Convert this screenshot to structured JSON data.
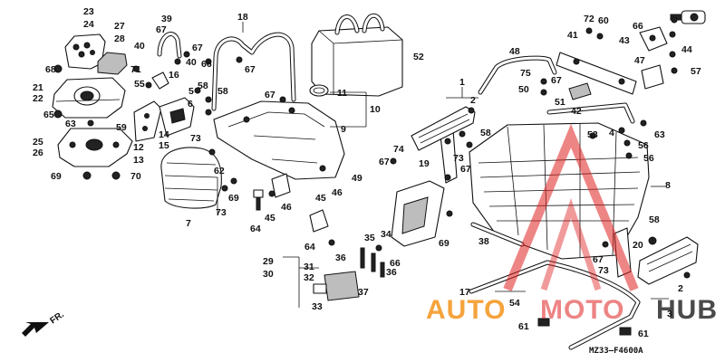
{
  "diagram": {
    "code": "MZ33–F4600A",
    "direction_label": "FR.",
    "watermark": {
      "part1": "AUTO",
      "part2": "MOTO",
      "part3": "HUB",
      "color_main": "#f5a33c",
      "color_mid": "#e02020",
      "color_hub": "#4a4a4a"
    },
    "callouts": [
      {
        "id": "c1",
        "text": "1"
      },
      {
        "id": "c2",
        "text": "2"
      },
      {
        "id": "c2b",
        "text": "2"
      },
      {
        "id": "c3",
        "text": "3"
      },
      {
        "id": "c4",
        "text": "4"
      },
      {
        "id": "c5",
        "text": "5"
      },
      {
        "id": "c6",
        "text": "6"
      },
      {
        "id": "c7",
        "text": "7"
      },
      {
        "id": "c8",
        "text": "8"
      },
      {
        "id": "c9",
        "text": "9"
      },
      {
        "id": "c10",
        "text": "10"
      },
      {
        "id": "c11",
        "text": "11"
      },
      {
        "id": "c12",
        "text": "12"
      },
      {
        "id": "c13",
        "text": "13"
      },
      {
        "id": "c14",
        "text": "14"
      },
      {
        "id": "c15",
        "text": "15"
      },
      {
        "id": "c16",
        "text": "16"
      },
      {
        "id": "c17",
        "text": "17"
      },
      {
        "id": "c18",
        "text": "18"
      },
      {
        "id": "c19",
        "text": "19"
      },
      {
        "id": "c20",
        "text": "20"
      },
      {
        "id": "c21",
        "text": "21"
      },
      {
        "id": "c22",
        "text": "22"
      },
      {
        "id": "c23",
        "text": "23"
      },
      {
        "id": "c24",
        "text": "24"
      },
      {
        "id": "c25",
        "text": "25"
      },
      {
        "id": "c26",
        "text": "26"
      },
      {
        "id": "c27",
        "text": "27"
      },
      {
        "id": "c28",
        "text": "28"
      },
      {
        "id": "c29",
        "text": "29"
      },
      {
        "id": "c30",
        "text": "30"
      },
      {
        "id": "c31",
        "text": "31"
      },
      {
        "id": "c32",
        "text": "32"
      },
      {
        "id": "c33",
        "text": "33"
      },
      {
        "id": "c34",
        "text": "34"
      },
      {
        "id": "c35",
        "text": "35"
      },
      {
        "id": "c36a",
        "text": "36"
      },
      {
        "id": "c36b",
        "text": "36"
      },
      {
        "id": "c37",
        "text": "37"
      },
      {
        "id": "c38",
        "text": "38"
      },
      {
        "id": "c39",
        "text": "39"
      },
      {
        "id": "c40a",
        "text": "40"
      },
      {
        "id": "c40b",
        "text": "40"
      },
      {
        "id": "c41",
        "text": "41"
      },
      {
        "id": "c42",
        "text": "42"
      },
      {
        "id": "c43",
        "text": "43"
      },
      {
        "id": "c44",
        "text": "44"
      },
      {
        "id": "c45a",
        "text": "45"
      },
      {
        "id": "c45b",
        "text": "45"
      },
      {
        "id": "c46a",
        "text": "46"
      },
      {
        "id": "c46b",
        "text": "46"
      },
      {
        "id": "c47",
        "text": "47"
      },
      {
        "id": "c48",
        "text": "48"
      },
      {
        "id": "c49",
        "text": "49"
      },
      {
        "id": "c50",
        "text": "50"
      },
      {
        "id": "c51",
        "text": "51"
      },
      {
        "id": "c52",
        "text": "52"
      },
      {
        "id": "c53",
        "text": "53"
      },
      {
        "id": "c54",
        "text": "54"
      },
      {
        "id": "c55",
        "text": "55"
      },
      {
        "id": "c56a",
        "text": "56"
      },
      {
        "id": "c56b",
        "text": "56"
      },
      {
        "id": "c57",
        "text": "57"
      },
      {
        "id": "c58a",
        "text": "58"
      },
      {
        "id": "c58b",
        "text": "58"
      },
      {
        "id": "c58c",
        "text": "58"
      },
      {
        "id": "c58d",
        "text": "58"
      },
      {
        "id": "c59",
        "text": "59"
      },
      {
        "id": "c60",
        "text": "60"
      },
      {
        "id": "c61a",
        "text": "61"
      },
      {
        "id": "c61b",
        "text": "61"
      },
      {
        "id": "c62",
        "text": "62"
      },
      {
        "id": "c63a",
        "text": "63"
      },
      {
        "id": "c63b",
        "text": "63"
      },
      {
        "id": "c64a",
        "text": "64"
      },
      {
        "id": "c64b",
        "text": "64"
      },
      {
        "id": "c65",
        "text": "65"
      },
      {
        "id": "c66a",
        "text": "66"
      },
      {
        "id": "c66b",
        "text": "66"
      },
      {
        "id": "c66c",
        "text": "66"
      },
      {
        "id": "c67a",
        "text": "67"
      },
      {
        "id": "c67b",
        "text": "67"
      },
      {
        "id": "c67c",
        "text": "67"
      },
      {
        "id": "c67d",
        "text": "67"
      },
      {
        "id": "c67e",
        "text": "67"
      },
      {
        "id": "c67f",
        "text": "67"
      },
      {
        "id": "c67g",
        "text": "67"
      },
      {
        "id": "c67h",
        "text": "67"
      },
      {
        "id": "c68",
        "text": "68"
      },
      {
        "id": "c69a",
        "text": "69"
      },
      {
        "id": "c69b",
        "text": "69"
      },
      {
        "id": "c69c",
        "text": "69"
      },
      {
        "id": "c70",
        "text": "70"
      },
      {
        "id": "c71",
        "text": "71"
      },
      {
        "id": "c72",
        "text": "72"
      },
      {
        "id": "c73a",
        "text": "73"
      },
      {
        "id": "c73b",
        "text": "73"
      },
      {
        "id": "c73c",
        "text": "73"
      },
      {
        "id": "c73d",
        "text": "73"
      },
      {
        "id": "c74",
        "text": "74"
      },
      {
        "id": "c75",
        "text": "75"
      }
    ]
  }
}
